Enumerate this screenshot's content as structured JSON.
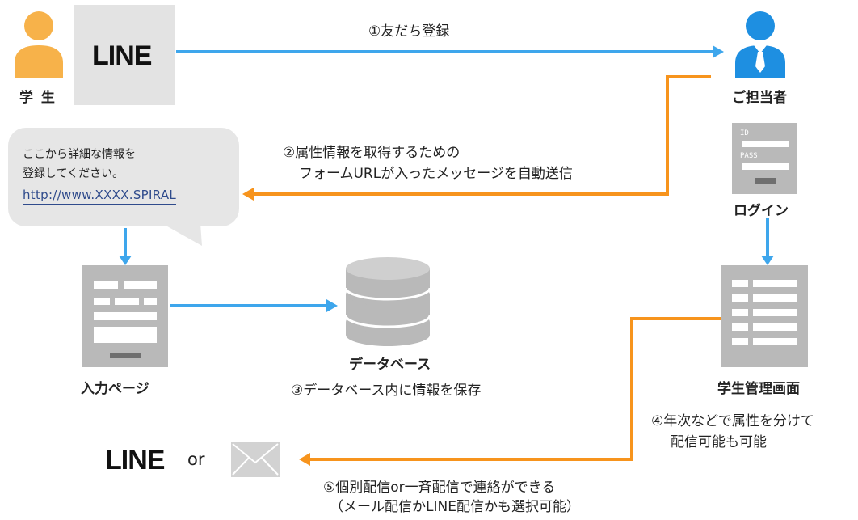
{
  "nodes": {
    "student_label": "学 生",
    "line_logo_top": "LINE",
    "staff_label": "ご担当者",
    "login_label": "ログイン",
    "login_id": "ID",
    "login_pass": "PASS",
    "input_page_label": "入力ページ",
    "database_label": "データベース",
    "student_admin_label": "学生管理画面",
    "line_logo_bottom": "LINE",
    "or_text": "or"
  },
  "bubble": {
    "line1": "ここから詳細な情報を",
    "line2": "登録してください。",
    "link": "http://www.XXXX.SPIRAL"
  },
  "steps": {
    "step1": "①友だち登録",
    "step2_line1": "②属性情報を取得するための",
    "step2_line2": "フォームURLが入ったメッセージを自動送信",
    "step3": "③データベース内に情報を保存",
    "step4_line1": "④年次などで属性を分けて",
    "step4_line2": "配信可能も可能",
    "step5_line1": "⑤個別配信or一斉配信で連絡ができる",
    "step5_line2": "（メール配信かLINE配信かも選択可能）"
  },
  "colors": {
    "blue_arrow": "#3ea6ec",
    "orange_arrow": "#f7941d",
    "student_icon": "#f7b24a",
    "staff_icon": "#1e8fe1",
    "gray_box": "#e3e3e3",
    "form_gray": "#b9b9b9"
  }
}
